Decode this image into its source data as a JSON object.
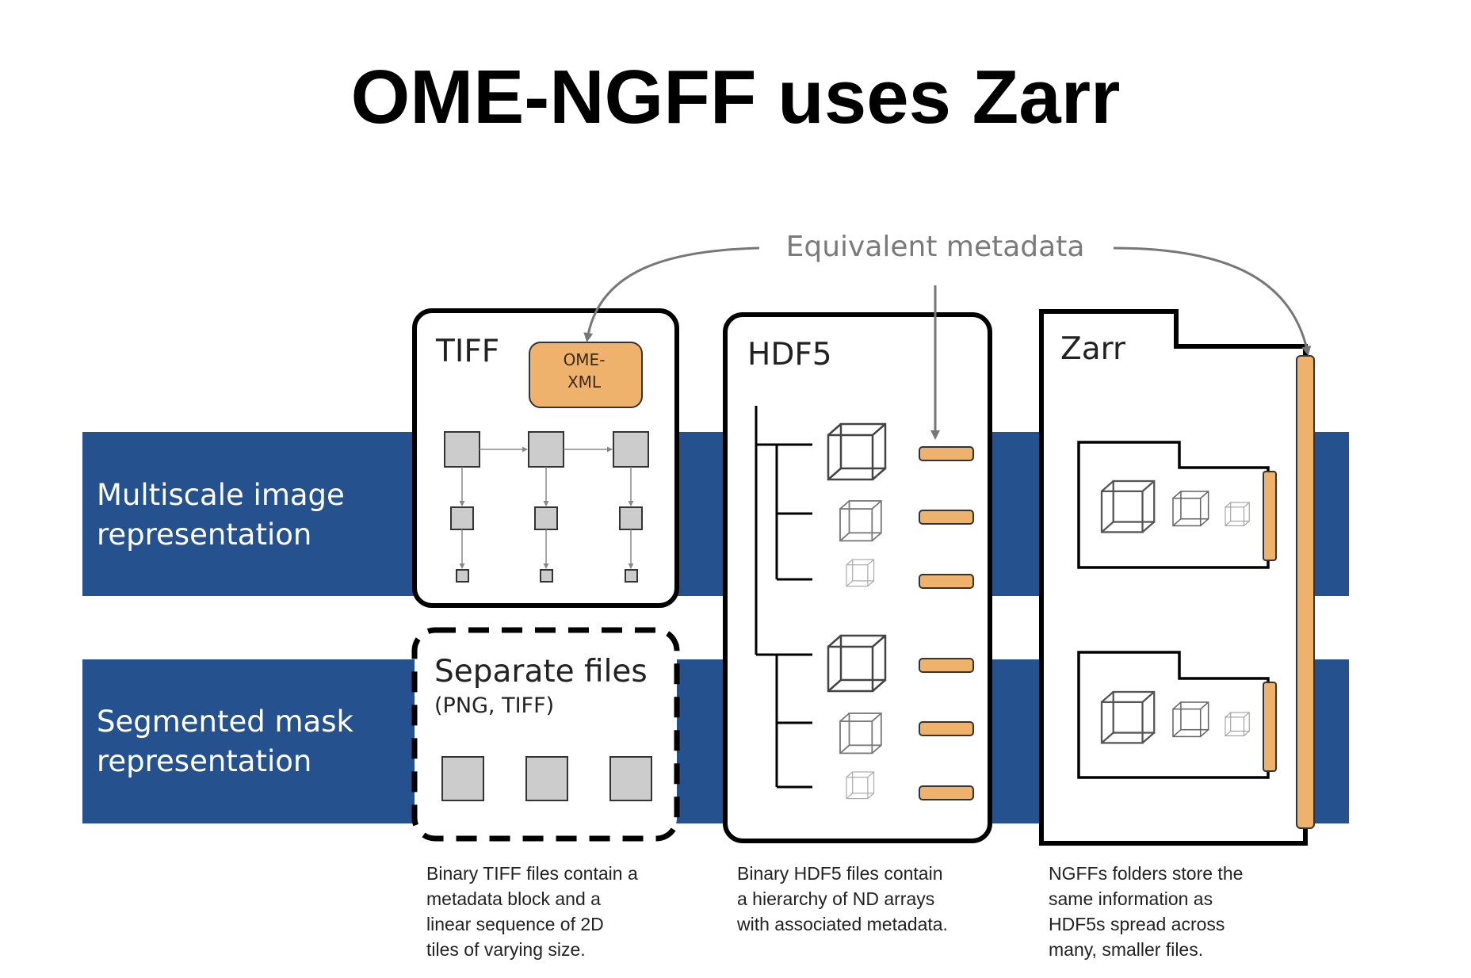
{
  "title": "OME-NGFF uses Zarr",
  "equivalent_metadata_label": "Equivalent metadata",
  "rows": [
    {
      "line1": "Multiscale image",
      "line2": "representation"
    },
    {
      "line1": "Segmented mask",
      "line2": "representation"
    }
  ],
  "tiff": {
    "title": "TIFF",
    "metadata_block": {
      "line1": "OME-",
      "line2": "XML"
    },
    "caption": [
      "Binary TIFF files contain a",
      "metadata block and a",
      "linear sequence of 2D",
      "tiles of varying size."
    ]
  },
  "separate_files": {
    "title": "Separate files",
    "subtitle": "(PNG, TIFF)"
  },
  "hdf5": {
    "title": "HDF5",
    "caption": [
      "Binary HDF5 files contain",
      "a hierarchy of ND arrays",
      "with associated metadata."
    ]
  },
  "zarr": {
    "title": "Zarr",
    "caption": [
      "NGFFs folders store the",
      "same information as",
      "HDF5s spread across",
      "many, smaller files."
    ]
  },
  "colors": {
    "row_band": "#25528f",
    "metadata_orange": "#eeb26c",
    "tile_gray": "#cccccc",
    "arrow_gray": "#777777"
  }
}
